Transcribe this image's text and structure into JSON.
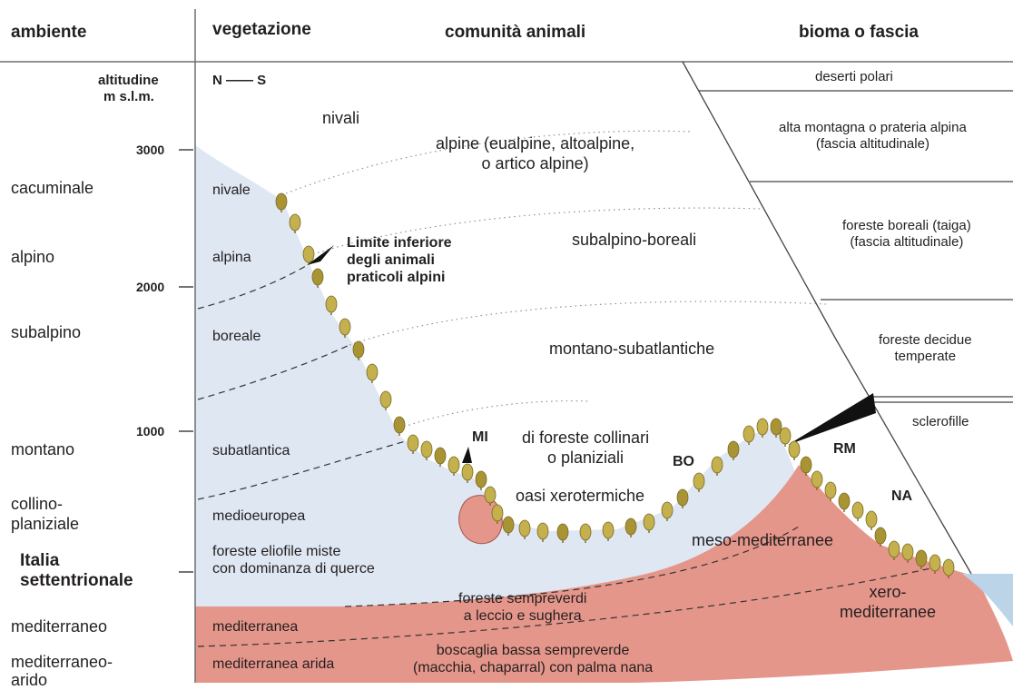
{
  "headers": {
    "ambiente": "ambiente",
    "vegetazione": "vegetazione",
    "comunita": "comunità animali",
    "bioma": "bioma o fascia"
  },
  "axis": {
    "title_line1": "altitudine",
    "title_line2": "m s.l.m.",
    "ticks": [
      "3000",
      "2000",
      "1000"
    ],
    "orientation": "N —— S"
  },
  "ambiente": {
    "cacuminale": "cacuminale",
    "alpino": "alpino",
    "subalpino": "subalpino",
    "montano": "montano",
    "collino": "collino-\nplaniziale",
    "italia": "Italia\nsettentrionale",
    "mediterraneo": "mediterraneo",
    "arido": "mediterraneo-\narido"
  },
  "vegetazione": {
    "nivale": "nivale",
    "alpina": "alpina",
    "boreale": "boreale",
    "subatlantica": "subatlantica",
    "medioeuropea": "medioeuropea",
    "foreste_eliofile": "foreste eliofile miste\ncon dominanza di querce",
    "mediterranea": "mediterranea",
    "mediterranea_arida": "mediterranea arida"
  },
  "comunita": {
    "nivali": "nivali",
    "alpine": "alpine (eualpine, altoalpine,\no artico alpine)",
    "limite": "Limite inferiore\ndegli animali\npraticoli alpini",
    "subalpino_boreali": "subalpino-boreali",
    "montano_sub": "montano-subatlantiche",
    "collinari": "di foreste collinari\no planiziali",
    "oasi": "oasi xerotermiche",
    "meso": "meso-mediterranee",
    "sempreverdi": "foreste sempreverdi\na leccio e sughera",
    "xero": "xero-\nmediterranee",
    "boscaglia": "boscaglia bassa sempreverde\n(macchia, chaparral) con palma nana"
  },
  "cities": {
    "mi": "MI",
    "bo": "BO",
    "rm": "RM",
    "na": "NA"
  },
  "bioma": {
    "deserti": "deserti polari",
    "alta": "alta montagna o prateria alpina\n(fascia altitudinale)",
    "taiga": "foreste boreali (taiga)\n(fascia altitudinale)",
    "decidue": "foreste decidue\ntemperate",
    "sclerofille": "sclerofille"
  },
  "colors": {
    "ice": "#dfe7f2",
    "mediterranean": "#e5968a",
    "sea": "#bcd4e8",
    "tree": "#c4b04c",
    "tree_dark": "#7a6a26",
    "line": "#555555"
  }
}
